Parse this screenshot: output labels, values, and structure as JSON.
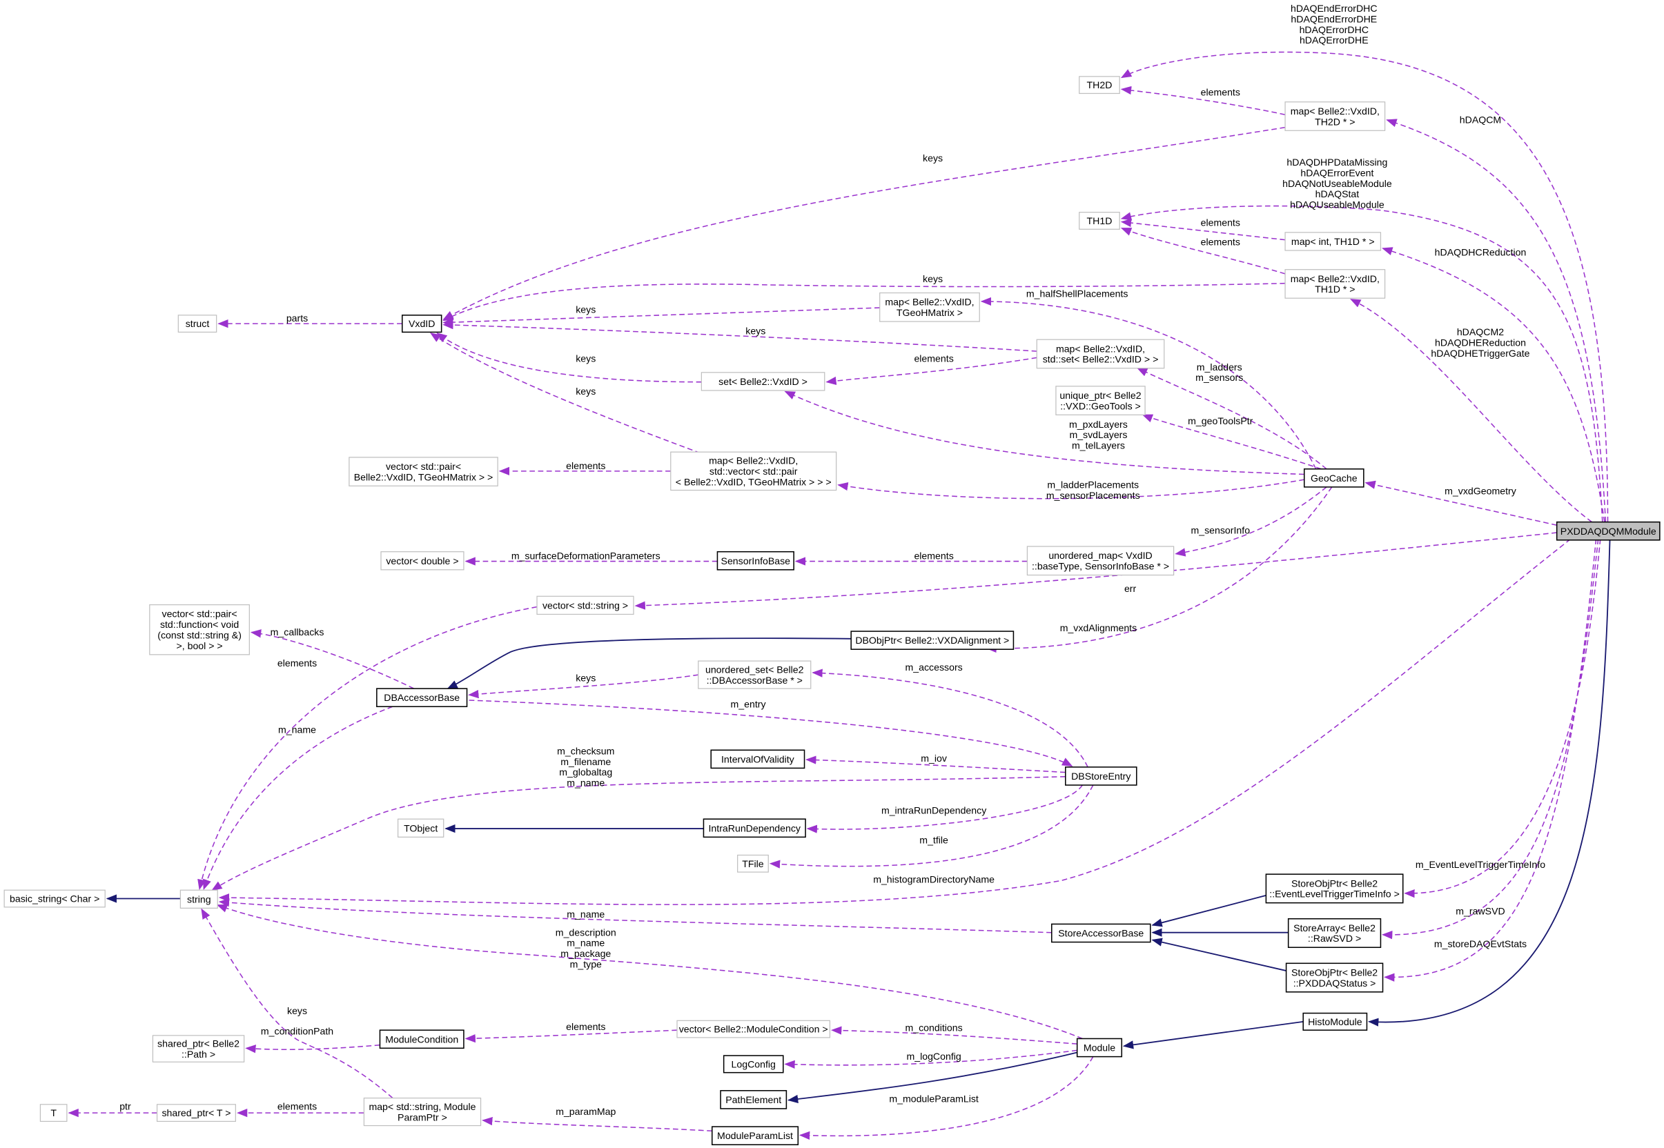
{
  "colors": {
    "usage_edge": "#9a32cd",
    "inheritance_edge": "#191970",
    "documented_border": "#000000",
    "undocumented_border": "#bfbfbf",
    "focus_fill": "#bfbfbf"
  },
  "nodes": [
    {
      "id": "th2d",
      "lines": [
        "TH2D"
      ],
      "kind": "undocumented"
    },
    {
      "id": "map_vxd_th2d",
      "lines": [
        "map< Belle2::VxdID,",
        "TH2D * >"
      ],
      "kind": "undocumented"
    },
    {
      "id": "th1d",
      "lines": [
        "TH1D"
      ],
      "kind": "undocumented"
    },
    {
      "id": "map_int_th1d",
      "lines": [
        "map< int, TH1D * >"
      ],
      "kind": "undocumented"
    },
    {
      "id": "map_vxd_th1d",
      "lines": [
        "map< Belle2::VxdID,",
        "TH1D * >"
      ],
      "kind": "undocumented"
    },
    {
      "id": "struct",
      "lines": [
        "struct"
      ],
      "kind": "undocumented"
    },
    {
      "id": "vxdid",
      "lines": [
        "VxdID"
      ],
      "kind": "documented"
    },
    {
      "id": "map_vxd_tgeo",
      "lines": [
        "map< Belle2::VxdID,",
        "TGeoHMatrix >"
      ],
      "kind": "undocumented"
    },
    {
      "id": "map_vxd_set",
      "lines": [
        "map< Belle2::VxdID,",
        "std::set< Belle2::VxdID > >"
      ],
      "kind": "undocumented"
    },
    {
      "id": "set_vxd",
      "lines": [
        "set< Belle2::VxdID >"
      ],
      "kind": "undocumented"
    },
    {
      "id": "unique_geotools",
      "lines": [
        "unique_ptr< Belle2",
        "::VXD::GeoTools >"
      ],
      "kind": "undocumented"
    },
    {
      "id": "vector_pair_tgeo",
      "lines": [
        "vector< std::pair<",
        "Belle2::VxdID, TGeoHMatrix > >"
      ],
      "kind": "undocumented"
    },
    {
      "id": "map_vxd_vector",
      "lines": [
        "map< Belle2::VxdID,",
        "std::vector< std::pair",
        "< Belle2::VxdID, TGeoHMatrix > > >"
      ],
      "kind": "undocumented"
    },
    {
      "id": "geocache",
      "lines": [
        "GeoCache"
      ],
      "kind": "documented"
    },
    {
      "id": "pxd",
      "lines": [
        "PXDDAQDQMModule"
      ],
      "kind": "focus"
    },
    {
      "id": "vector_double",
      "lines": [
        "vector< double >"
      ],
      "kind": "undocumented"
    },
    {
      "id": "sensorinfobase",
      "lines": [
        "SensorInfoBase"
      ],
      "kind": "documented"
    },
    {
      "id": "unordered_map_sensor",
      "lines": [
        "unordered_map< VxdID",
        "::baseType, SensorInfoBase * >"
      ],
      "kind": "undocumented"
    },
    {
      "id": "vector_string",
      "lines": [
        "vector< std::string >"
      ],
      "kind": "undocumented"
    },
    {
      "id": "vector_callbacks",
      "lines": [
        "vector< std::pair<",
        "std::function< void",
        "(const std::string &)",
        ">, bool > >"
      ],
      "kind": "undocumented"
    },
    {
      "id": "dbobjptr",
      "lines": [
        "DBObjPtr< Belle2::VXDAlignment >"
      ],
      "kind": "documented"
    },
    {
      "id": "unordered_set_dba",
      "lines": [
        "unordered_set< Belle2",
        "::DBAccessorBase * >"
      ],
      "kind": "undocumented"
    },
    {
      "id": "dbaccessorbase",
      "lines": [
        "DBAccessorBase"
      ],
      "kind": "documented"
    },
    {
      "id": "iov",
      "lines": [
        "IntervalOfValidity"
      ],
      "kind": "documented"
    },
    {
      "id": "dbstoreentry",
      "lines": [
        "DBStoreEntry"
      ],
      "kind": "documented"
    },
    {
      "id": "tobject",
      "lines": [
        "TObject"
      ],
      "kind": "undocumented"
    },
    {
      "id": "intrarun",
      "lines": [
        "IntraRunDependency"
      ],
      "kind": "documented"
    },
    {
      "id": "tfile",
      "lines": [
        "TFile"
      ],
      "kind": "undocumented"
    },
    {
      "id": "basic_string",
      "lines": [
        "basic_string< Char >"
      ],
      "kind": "undocumented"
    },
    {
      "id": "string",
      "lines": [
        "string"
      ],
      "kind": "undocumented"
    },
    {
      "id": "storeobj_eltti",
      "lines": [
        "StoreObjPtr< Belle2",
        "::EventLevelTriggerTimeInfo >"
      ],
      "kind": "documented"
    },
    {
      "id": "storeaccessorbase",
      "lines": [
        "StoreAccessorBase"
      ],
      "kind": "documented"
    },
    {
      "id": "storearray_rawsvd",
      "lines": [
        "StoreArray< Belle2",
        "::RawSVD >"
      ],
      "kind": "documented"
    },
    {
      "id": "storeobj_pxddaq",
      "lines": [
        "StoreObjPtr< Belle2",
        "::PXDDAQStatus >"
      ],
      "kind": "documented"
    },
    {
      "id": "histomodule",
      "lines": [
        "HistoModule"
      ],
      "kind": "documented"
    },
    {
      "id": "shared_path",
      "lines": [
        "shared_ptr< Belle2",
        "::Path >"
      ],
      "kind": "undocumented"
    },
    {
      "id": "modulecondition",
      "lines": [
        "ModuleCondition"
      ],
      "kind": "documented"
    },
    {
      "id": "vector_modcond",
      "lines": [
        "vector< Belle2::ModuleCondition >"
      ],
      "kind": "undocumented"
    },
    {
      "id": "module",
      "lines": [
        "Module"
      ],
      "kind": "documented"
    },
    {
      "id": "logconfig",
      "lines": [
        "LogConfig"
      ],
      "kind": "documented"
    },
    {
      "id": "pathelement",
      "lines": [
        "PathElement"
      ],
      "kind": "documented"
    },
    {
      "id": "t",
      "lines": [
        "T"
      ],
      "kind": "undocumented"
    },
    {
      "id": "shared_t",
      "lines": [
        "shared_ptr< T >"
      ],
      "kind": "undocumented"
    },
    {
      "id": "map_string_param",
      "lines": [
        "map< std::string, Module",
        "ParamPtr >"
      ],
      "kind": "undocumented"
    },
    {
      "id": "moduleparamlist",
      "lines": [
        "ModuleParamList"
      ],
      "kind": "documented"
    }
  ],
  "edges": [
    {
      "from": "pxd",
      "to": "th2d",
      "type": "usage",
      "labels": [
        "hDAQEndErrorDHC",
        "hDAQEndErrorDHE",
        "hDAQErrorDHC",
        "hDAQErrorDHE"
      ]
    },
    {
      "from": "map_vxd_th2d",
      "to": "th2d",
      "type": "usage",
      "labels": [
        "elements"
      ]
    },
    {
      "from": "pxd",
      "to": "map_vxd_th2d",
      "type": "usage",
      "labels": [
        "hDAQCM"
      ]
    },
    {
      "from": "map_vxd_th2d",
      "to": "vxdid",
      "type": "usage",
      "labels": [
        "keys"
      ]
    },
    {
      "from": "pxd",
      "to": "th1d",
      "type": "usage",
      "labels": [
        "hDAQDHPDataMissing",
        "hDAQErrorEvent",
        "hDAQNotUseableModule",
        "hDAQStat",
        "hDAQUseableModule"
      ]
    },
    {
      "from": "map_int_th1d",
      "to": "th1d",
      "type": "usage",
      "labels": [
        "elements"
      ]
    },
    {
      "from": "map_vxd_th1d",
      "to": "th1d",
      "type": "usage",
      "labels": [
        "elements"
      ]
    },
    {
      "from": "pxd",
      "to": "map_int_th1d",
      "type": "usage",
      "labels": [
        "hDAQDHCReduction"
      ]
    },
    {
      "from": "map_vxd_th1d",
      "to": "vxdid",
      "type": "usage",
      "labels": [
        "keys"
      ]
    },
    {
      "from": "pxd",
      "to": "map_vxd_th1d",
      "type": "usage",
      "labels": [
        "hDAQCM2",
        "hDAQDHEReduction",
        "hDAQDHETriggerGate"
      ]
    },
    {
      "from": "vxdid",
      "to": "struct",
      "type": "usage",
      "labels": [
        "parts"
      ]
    },
    {
      "from": "map_vxd_tgeo",
      "to": "vxdid",
      "type": "usage",
      "labels": [
        "keys"
      ]
    },
    {
      "from": "map_vxd_set",
      "to": "vxdid",
      "type": "usage",
      "labels": [
        "keys"
      ]
    },
    {
      "from": "map_vxd_set",
      "to": "set_vxd",
      "type": "usage",
      "labels": [
        "elements"
      ]
    },
    {
      "from": "set_vxd",
      "to": "vxdid",
      "type": "usage",
      "labels": [
        "keys"
      ]
    },
    {
      "from": "map_vxd_vector",
      "to": "vxdid",
      "type": "usage",
      "labels": [
        "keys"
      ]
    },
    {
      "from": "map_vxd_vector",
      "to": "vector_pair_tgeo",
      "type": "usage",
      "labels": [
        "elements"
      ]
    },
    {
      "from": "geocache",
      "to": "map_vxd_tgeo",
      "type": "usage",
      "labels": [
        "m_halfShellPlacements"
      ]
    },
    {
      "from": "geocache",
      "to": "map_vxd_set",
      "type": "usage",
      "labels": [
        "m_ladders",
        "m_sensors"
      ]
    },
    {
      "from": "geocache",
      "to": "unique_geotools",
      "type": "usage",
      "labels": [
        "m_geoToolsPtr"
      ]
    },
    {
      "from": "geocache",
      "to": "set_vxd",
      "type": "usage",
      "labels": [
        "m_pxdLayers",
        "m_svdLayers",
        "m_telLayers"
      ]
    },
    {
      "from": "geocache",
      "to": "map_vxd_vector",
      "type": "usage",
      "labels": [
        "m_ladderPlacements",
        "m_sensorPlacements"
      ]
    },
    {
      "from": "pxd",
      "to": "geocache",
      "type": "usage",
      "labels": [
        "m_vxdGeometry"
      ]
    },
    {
      "from": "geocache",
      "to": "unordered_map_sensor",
      "type": "usage",
      "labels": [
        "m_sensorInfo"
      ]
    },
    {
      "from": "unordered_map_sensor",
      "to": "sensorinfobase",
      "type": "usage",
      "labels": [
        "elements"
      ]
    },
    {
      "from": "sensorinfobase",
      "to": "vector_double",
      "type": "usage",
      "labels": [
        "m_surfaceDeformationParameters"
      ]
    },
    {
      "from": "pxd",
      "to": "vector_string",
      "type": "usage",
      "labels": [
        "err"
      ]
    },
    {
      "from": "geocache",
      "to": "dbobjptr",
      "type": "usage",
      "labels": [
        "m_vxdAlignments"
      ]
    },
    {
      "from": "vector_string",
      "to": "string",
      "type": "usage",
      "labels": [
        "elements"
      ]
    },
    {
      "from": "dbaccessorbase",
      "to": "vector_callbacks",
      "type": "usage",
      "labels": [
        "m_callbacks"
      ]
    },
    {
      "from": "dbobjptr",
      "to": "dbaccessorbase",
      "type": "inheritance",
      "labels": []
    },
    {
      "from": "unordered_set_dba",
      "to": "dbaccessorbase",
      "type": "usage",
      "labels": [
        "keys"
      ]
    },
    {
      "from": "dbaccessorbase",
      "to": "string",
      "type": "usage",
      "labels": [
        "m_name"
      ]
    },
    {
      "from": "dbaccessorbase",
      "to": "dbstoreentry",
      "type": "usage",
      "labels": [
        "m_entry"
      ]
    },
    {
      "from": "dbstoreentry",
      "to": "unordered_set_dba",
      "type": "usage",
      "labels": [
        "m_accessors"
      ]
    },
    {
      "from": "dbstoreentry",
      "to": "iov",
      "type": "usage",
      "labels": [
        "m_iov"
      ]
    },
    {
      "from": "dbstoreentry",
      "to": "string",
      "type": "usage",
      "labels": [
        "m_checksum",
        "m_filename",
        "m_globaltag",
        "m_name"
      ]
    },
    {
      "from": "dbstoreentry",
      "to": "intrarun",
      "type": "usage",
      "labels": [
        "m_intraRunDependency"
      ]
    },
    {
      "from": "intrarun",
      "to": "tobject",
      "type": "inheritance",
      "labels": []
    },
    {
      "from": "dbstoreentry",
      "to": "tfile",
      "type": "usage",
      "labels": [
        "m_tfile"
      ]
    },
    {
      "from": "pxd",
      "to": "string",
      "type": "usage",
      "labels": [
        "m_histogramDirectoryName"
      ]
    },
    {
      "from": "string",
      "to": "basic_string",
      "type": "inheritance",
      "labels": []
    },
    {
      "from": "storeaccessorbase",
      "to": "string",
      "type": "usage",
      "labels": [
        "m_name"
      ]
    },
    {
      "from": "module",
      "to": "string",
      "type": "usage",
      "labels": [
        "m_description",
        "m_name",
        "m_package",
        "m_type"
      ]
    },
    {
      "from": "storeobj_eltti",
      "to": "storeaccessorbase",
      "type": "inheritance",
      "labels": []
    },
    {
      "from": "storearray_rawsvd",
      "to": "storeaccessorbase",
      "type": "inheritance",
      "labels": []
    },
    {
      "from": "storeobj_pxddaq",
      "to": "storeaccessorbase",
      "type": "inheritance",
      "labels": []
    },
    {
      "from": "pxd",
      "to": "storeobj_eltti",
      "type": "usage",
      "labels": [
        "m_EventLevelTriggerTimeInfo"
      ]
    },
    {
      "from": "pxd",
      "to": "storearray_rawsvd",
      "type": "usage",
      "labels": [
        "m_rawSVD"
      ]
    },
    {
      "from": "pxd",
      "to": "storeobj_pxddaq",
      "type": "usage",
      "labels": [
        "m_storeDAQEvtStats"
      ]
    },
    {
      "from": "pxd",
      "to": "histomodule",
      "type": "inheritance",
      "labels": []
    },
    {
      "from": "histomodule",
      "to": "module",
      "type": "inheritance",
      "labels": []
    },
    {
      "from": "module",
      "to": "vector_modcond",
      "type": "usage",
      "labels": [
        "m_conditions"
      ]
    },
    {
      "from": "vector_modcond",
      "to": "modulecondition",
      "type": "usage",
      "labels": [
        "elements"
      ]
    },
    {
      "from": "modulecondition",
      "to": "shared_path",
      "type": "usage",
      "labels": [
        "m_conditionPath"
      ]
    },
    {
      "from": "map_string_param",
      "to": "string",
      "type": "usage",
      "labels": [
        "keys"
      ]
    },
    {
      "from": "module",
      "to": "logconfig",
      "type": "usage",
      "labels": [
        "m_logConfig"
      ]
    },
    {
      "from": "module",
      "to": "pathelement",
      "type": "inheritance",
      "labels": []
    },
    {
      "from": "module",
      "to": "moduleparamlist",
      "type": "usage",
      "labels": [
        "m_moduleParamList"
      ]
    },
    {
      "from": "moduleparamlist",
      "to": "map_string_param",
      "type": "usage",
      "labels": [
        "m_paramMap"
      ]
    },
    {
      "from": "map_string_param",
      "to": "shared_t",
      "type": "usage",
      "labels": [
        "elements"
      ]
    },
    {
      "from": "shared_t",
      "to": "t",
      "type": "usage",
      "labels": [
        "ptr"
      ]
    }
  ]
}
